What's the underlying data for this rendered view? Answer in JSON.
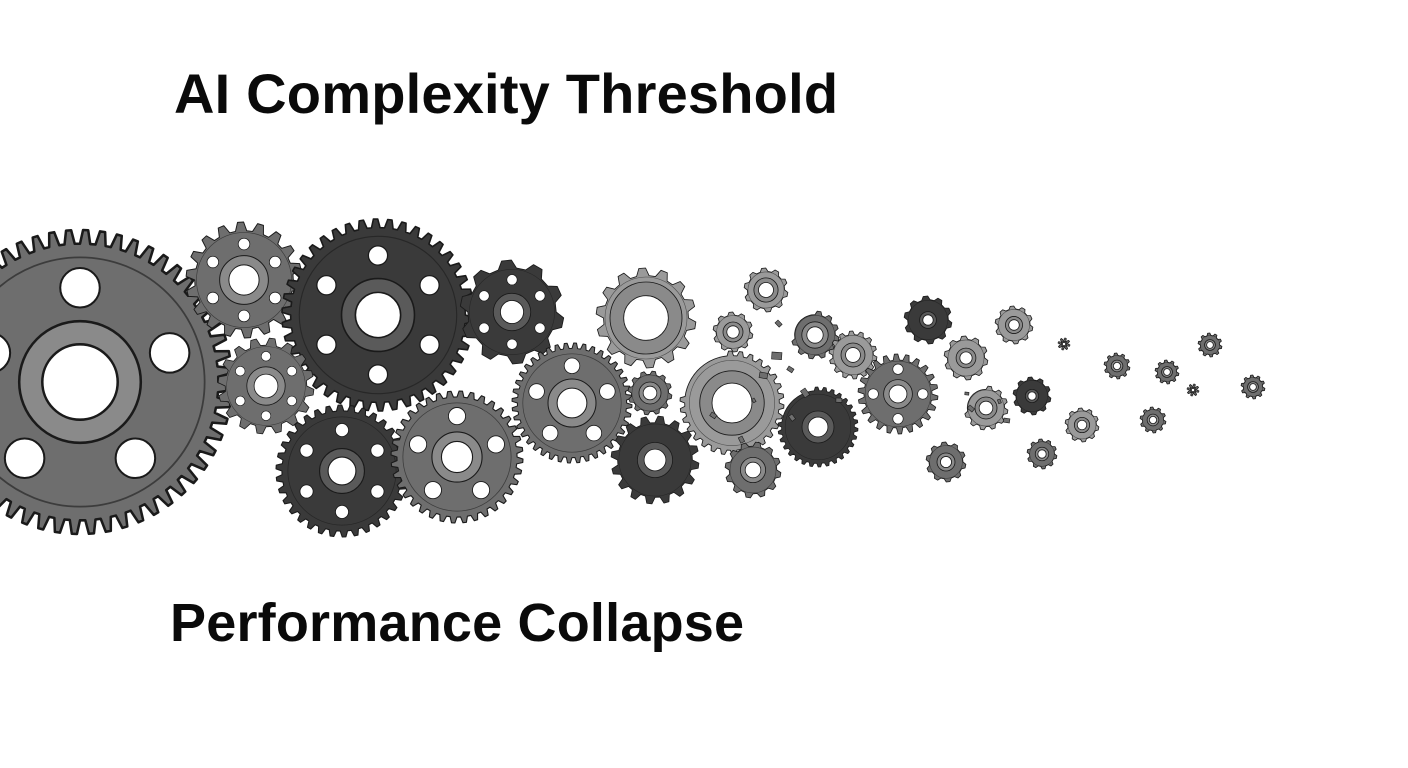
{
  "headings": {
    "top": "AI Complexity Threshold",
    "bottom": "Performance Collapse"
  },
  "illustration": {
    "subject": "gear-train",
    "palette": {
      "background": "#ffffff",
      "text": "#0a0a0a",
      "gear_dark": "#3a3a3a",
      "gear_mid": "#6e6e6e",
      "gear_light": "#9a9a9a",
      "outline": "#1a1a1a",
      "hole": "#ffffff"
    }
  }
}
